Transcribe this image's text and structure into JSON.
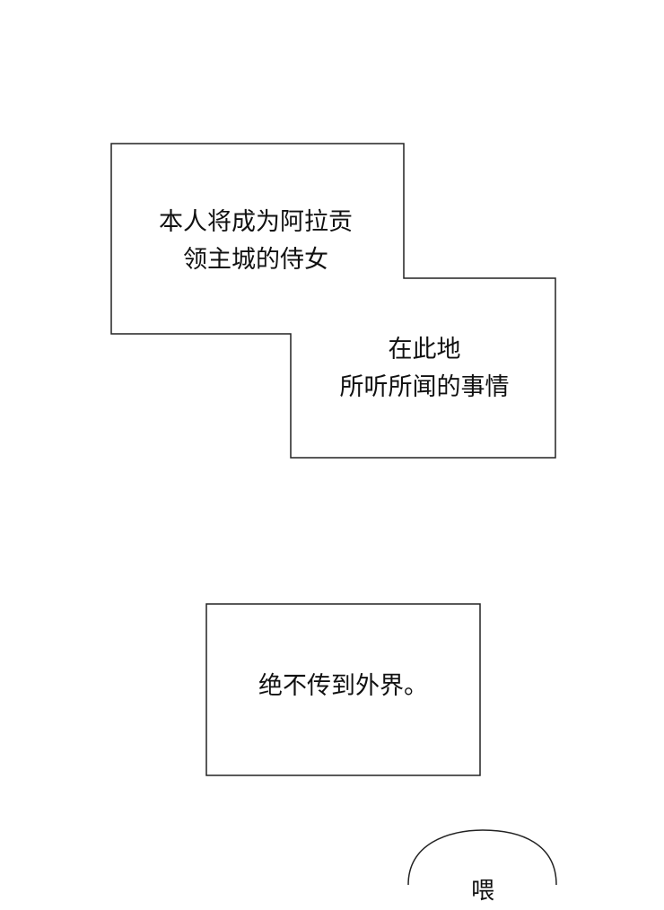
{
  "panels": [
    {
      "lines": [
        "本人将成为阿拉贡",
        "领主城的侍女"
      ]
    },
    {
      "lines": [
        "在此地",
        "所听所闻的事情"
      ]
    },
    {
      "lines": [
        "绝不传到外界。"
      ]
    }
  ],
  "bubble": {
    "text": "喂"
  }
}
